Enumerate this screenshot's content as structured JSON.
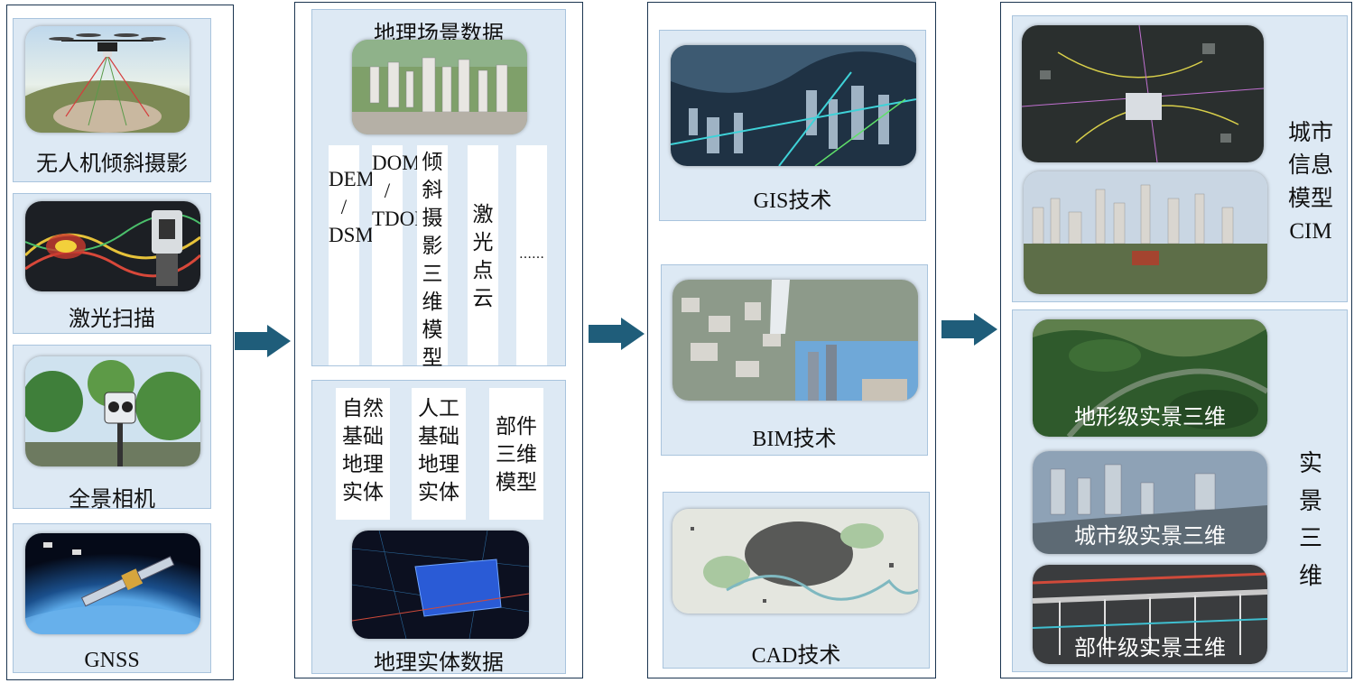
{
  "colors": {
    "column_border": "#1b3550",
    "panel_fill": "#dde9f4",
    "panel_border": "#a9c4dd",
    "arrow": "#1f5d7a"
  },
  "acquisition": {
    "items": [
      {
        "label": "无人机倾斜摄影",
        "icon": "drone-oblique-photo-icon"
      },
      {
        "label": "激光扫描",
        "icon": "laser-scanner-icon"
      },
      {
        "label": "全景相机",
        "icon": "panoramic-camera-icon"
      },
      {
        "label": "GNSS",
        "icon": "satellite-icon"
      }
    ]
  },
  "geo_data": {
    "scene": {
      "title": "地理场景数据",
      "types": [
        "DEM\n/\nDSM",
        "DOM\n/\nTDOM",
        "倾\n斜\n摄\n影\n三\n维\n模\n型",
        "激\n光\n点\n云",
        "……"
      ]
    },
    "entity": {
      "title": "地理实体数据",
      "types": [
        "自然\n基础\n地理\n实体",
        "人工\n基础\n地理\n实体",
        "部件\n三维\n模型"
      ]
    }
  },
  "tech": {
    "items": [
      {
        "label": "GIS技术"
      },
      {
        "label": "BIM技术"
      },
      {
        "label": "CAD技术"
      }
    ]
  },
  "results": {
    "cim_label": "城市\n信息\n模型\nCIM",
    "realscene_label": "实\n景\n三\n维",
    "levels": [
      "地形级实景三维",
      "城市级实景三维",
      "部件级实景三维"
    ]
  }
}
